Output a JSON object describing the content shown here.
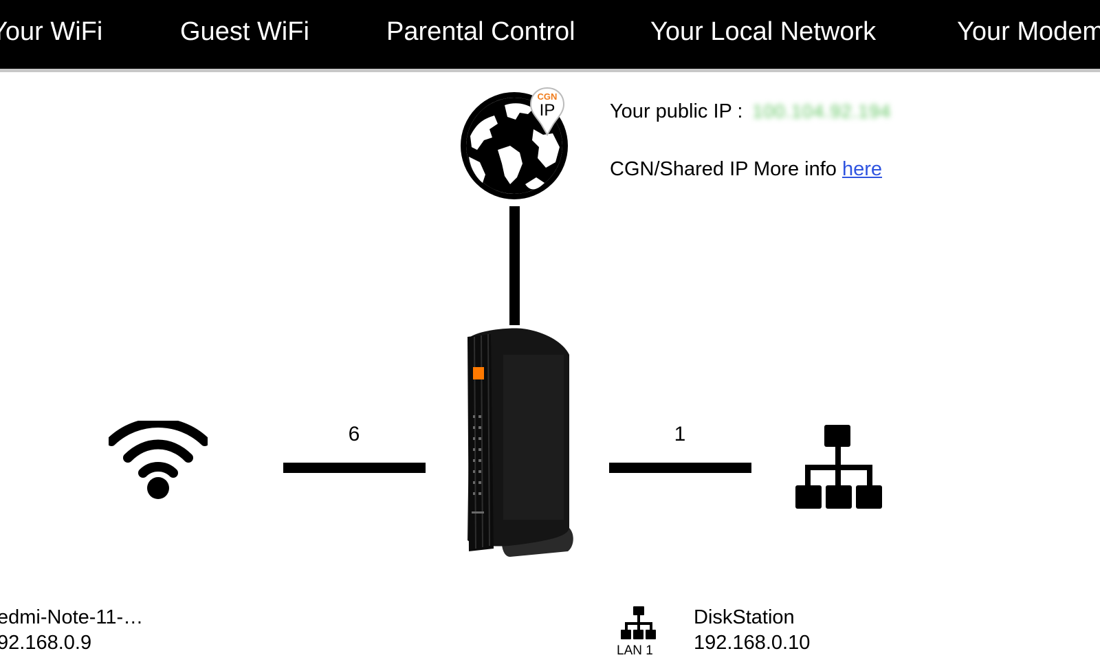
{
  "nav": {
    "tabs": [
      {
        "label": "Your WiFi"
      },
      {
        "label": "Guest WiFi"
      },
      {
        "label": "Parental Control"
      },
      {
        "label": "Your Local Network"
      },
      {
        "label": "Your Modem"
      }
    ]
  },
  "internet": {
    "public_ip_label": "Your public IP :",
    "public_ip_value": "100.104.92.194",
    "cgn_text": "CGN/Shared IP More info",
    "cgn_link": "here",
    "badge_top": "CGN",
    "badge_bottom": "IP",
    "badge_color": "#f07c1c"
  },
  "wifi_side": {
    "count": "6",
    "device_name": "edmi-Note-11-…",
    "device_ip": "92.168.0.9"
  },
  "lan_side": {
    "count": "1",
    "device_name": "DiskStation",
    "device_ip": "192.168.0.10",
    "port_label": "LAN 1"
  },
  "icons": {
    "globe": "globe-icon",
    "wifi": "wifi-icon",
    "router": "router-icon",
    "network": "network-tree-icon",
    "lan": "lan-icon"
  },
  "colors": {
    "nav_bg": "#000000",
    "link": "#2f54e0",
    "brand_orange": "#ff7900"
  }
}
